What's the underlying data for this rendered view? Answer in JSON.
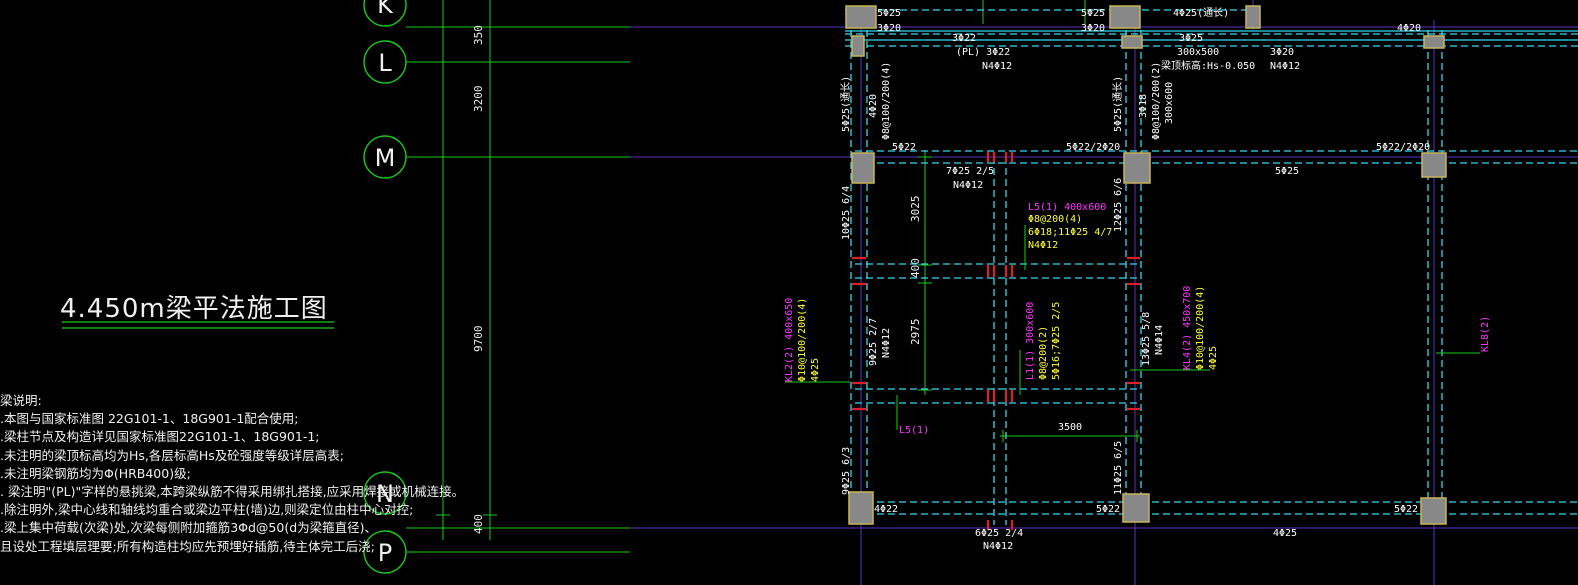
{
  "title": "4.450m梁平法施工图",
  "notes": {
    "heading": "梁说明:",
    "lines": [
      ".本图与国家标准图 22G101-1、18G901-1配合使用;",
      ".梁柱节点及构造详见国家标准图22G101-1、18G901-1;",
      ".未注明的梁顶标高均为Hs,各层标高Hs及砼强度等级详层高表;",
      ".未注明梁钢筋均为Φ(HRB400)级;",
      ". 梁注明\"(PL)\"字样的悬挑梁,本跨梁纵筋不得采用绑扎搭接,应采用焊接或机械连接。",
      ".除注明外,梁中心线和轴线均重合或梁边平柱(墙)边,则梁定位由柱中心对控;",
      ".梁上集中荷载(次梁)处,次梁每侧附加箍筋3Φd@50(d为梁箍直径)、",
      "  且设处工程填层理要;所有构造柱均应先预埋好插筋,待主体完工后浇;"
    ]
  },
  "axes": [
    "K",
    "L",
    "M",
    "N",
    "P"
  ],
  "dimensions": [
    "350",
    "3200",
    "9700",
    "400",
    "3025",
    "400",
    "2975",
    "3500"
  ],
  "annotations": [
    {
      "id": "a1",
      "text": "5Φ25",
      "color": "#ffffff"
    },
    {
      "id": "a2",
      "text": "3Φ20",
      "color": "#ffffff"
    },
    {
      "id": "a3",
      "text": "5Φ25",
      "color": "#ffffff"
    },
    {
      "id": "a4",
      "text": "3Φ20",
      "color": "#ffffff"
    },
    {
      "id": "a5",
      "text": "4Φ25(通长)",
      "color": "#ffffff"
    },
    {
      "id": "a6",
      "text": "4Φ20",
      "color": "#ffffff"
    },
    {
      "id": "a7",
      "text": "3Φ22",
      "color": "#ffffff"
    },
    {
      "id": "a8",
      "text": "(PL) 3Φ22",
      "color": "#ffffff"
    },
    {
      "id": "a9",
      "text": "N4Φ12",
      "color": "#ffffff"
    },
    {
      "id": "a10",
      "text": "3Φ25",
      "color": "#ffffff"
    },
    {
      "id": "a11",
      "text": "300x500",
      "color": "#ffffff"
    },
    {
      "id": "a12",
      "text": "梁顶标高:Hs-0.050",
      "color": "#ffffff"
    },
    {
      "id": "a13",
      "text": "3Φ20",
      "color": "#ffffff"
    },
    {
      "id": "a14",
      "text": "N4Φ12",
      "color": "#ffffff"
    },
    {
      "id": "a15",
      "text": "5Φ22",
      "color": "#ffffff"
    },
    {
      "id": "a16",
      "text": "5Φ22/2Φ20",
      "color": "#ffffff"
    },
    {
      "id": "a17",
      "text": "5Φ22/2Φ20",
      "color": "#ffffff"
    },
    {
      "id": "a18",
      "text": "5Φ25",
      "color": "#ffffff"
    },
    {
      "id": "a19",
      "text": "7Φ25 2/5",
      "color": "#ffffff"
    },
    {
      "id": "a20",
      "text": "N4Φ12",
      "color": "#ffffff"
    },
    {
      "id": "a21",
      "text": "L5(1) 400x600",
      "color": "#ff33ff"
    },
    {
      "id": "a22",
      "text": "Φ8@200(4)",
      "color": "#ffff33"
    },
    {
      "id": "a23",
      "text": "6Φ18;11Φ25 4/7",
      "color": "#ffff33"
    },
    {
      "id": "a24",
      "text": "N4Φ12",
      "color": "#ffff33"
    },
    {
      "id": "a25",
      "text": "L5(1)",
      "color": "#ff33ff"
    },
    {
      "id": "a26",
      "text": "3500",
      "color": "#ffffff"
    },
    {
      "id": "a27",
      "text": "4Φ22",
      "color": "#ffffff"
    },
    {
      "id": "a28",
      "text": "5Φ22",
      "color": "#ffffff"
    },
    {
      "id": "a29",
      "text": "5Φ22",
      "color": "#ffffff"
    },
    {
      "id": "a30",
      "text": "6Φ25 2/4",
      "color": "#ffffff"
    },
    {
      "id": "a31",
      "text": "N4Φ12",
      "color": "#ffffff"
    },
    {
      "id": "a32",
      "text": "4Φ25",
      "color": "#ffffff"
    },
    {
      "id": "v1",
      "text": "5Φ25(通长)",
      "color": "#ffffff"
    },
    {
      "id": "v2",
      "text": "4Φ20",
      "color": "#ffffff"
    },
    {
      "id": "v3",
      "text": "Φ8@100/200(4)",
      "color": "#ffffff"
    },
    {
      "id": "v4",
      "text": "5Φ25(通长)",
      "color": "#ffffff"
    },
    {
      "id": "v5",
      "text": "3Φ18",
      "color": "#ffffff"
    },
    {
      "id": "v6",
      "text": "Φ8@100/200(2)",
      "color": "#ffffff"
    },
    {
      "id": "v7",
      "text": "300x600",
      "color": "#ffffff"
    },
    {
      "id": "v8",
      "text": "10Φ25 6/4",
      "color": "#ffffff"
    },
    {
      "id": "v9",
      "text": "12Φ25 6/6",
      "color": "#ffffff"
    },
    {
      "id": "v10",
      "text": "9Φ25 2/7",
      "color": "#ffffff"
    },
    {
      "id": "v11",
      "text": "N4Φ12",
      "color": "#ffffff"
    },
    {
      "id": "v12",
      "text": "13Φ25 5/8",
      "color": "#ffffff"
    },
    {
      "id": "v13",
      "text": "N4Φ14",
      "color": "#ffffff"
    },
    {
      "id": "v14",
      "text": "9Φ25 6/3",
      "color": "#ffffff"
    },
    {
      "id": "v15",
      "text": "11Φ25 6/5",
      "color": "#ffffff"
    },
    {
      "id": "v16",
      "text": "KL2(2) 400x650",
      "color": "#ff33ff"
    },
    {
      "id": "v17",
      "text": "Φ10@100/200(4)",
      "color": "#ffff33"
    },
    {
      "id": "v18",
      "text": "4Φ25",
      "color": "#ffff33"
    },
    {
      "id": "v19",
      "text": "L1(1) 300x600",
      "color": "#ff33ff"
    },
    {
      "id": "v20",
      "text": "Φ8@200(2)",
      "color": "#ffff33"
    },
    {
      "id": "v21",
      "text": "5Φ16;7Φ25 2/5",
      "color": "#ffff33"
    },
    {
      "id": "v22",
      "text": "KL4(2) 450x700",
      "color": "#ff33ff"
    },
    {
      "id": "v23",
      "text": "Φ10@100/200(4)",
      "color": "#ffff33"
    },
    {
      "id": "v24",
      "text": "4Φ25",
      "color": "#ffff33"
    },
    {
      "id": "v25",
      "text": "KL8(2)",
      "color": "#ff33ff"
    }
  ],
  "colors": {
    "background": "#000000",
    "axis": "#19c919",
    "grid": "#5a2fc2",
    "beam": "#35d6ee",
    "column": "#c8b458",
    "dimension": "#19c919",
    "rebar": "#e01e2a"
  }
}
